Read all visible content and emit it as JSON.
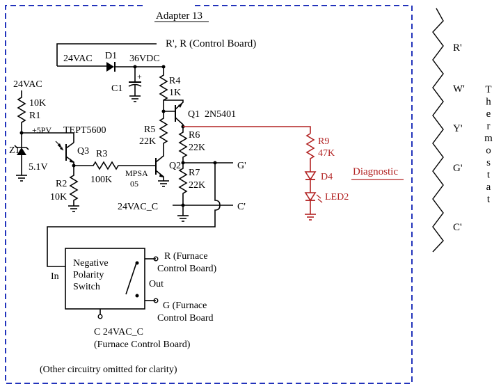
{
  "title": "Adapter 13",
  "top_label": "R', R (Control Board)",
  "labels": {
    "vac24_left": "24VAC",
    "vac24_top": "24VAC",
    "d1": "D1",
    "vdc36": "36VDC",
    "c1": "C1",
    "c1_plus": "+",
    "r4": "R4",
    "r4_val": "1K",
    "q1": "Q1",
    "q1_part": "2N5401",
    "r1": "R1",
    "r1_val": "10K",
    "pv5": "+5PV",
    "tept": "TEPT5600",
    "r5": "R5",
    "r5_val": "22K",
    "r6": "R6",
    "r6_val": "22K",
    "z1": "Z1",
    "z1_val": "5.1V",
    "q3": "Q3",
    "r3": "R3",
    "r3_val": "100K",
    "q2": "Q2",
    "mpsa": "MPSA",
    "mpsa2": "05",
    "r7": "R7",
    "r7_val": "22K",
    "r2": "R2",
    "r2_val": "10K",
    "g_prime": "G'",
    "c_prime": "C'",
    "vac24_c": "24VAC_C",
    "r9": "R9",
    "r9_val": "47K",
    "d4": "D4",
    "led2": "LED2",
    "diagnostic": "Diagnostic",
    "switch_l1": "Negative",
    "switch_l2": "Polarity",
    "switch_l3": "Switch",
    "in": "In",
    "out": "Out",
    "r_furnace_1": "R  (Furnace",
    "r_furnace_2": "Control Board)",
    "g_furnace_1": "G  (Furnace",
    "g_furnace_2": "Control Board",
    "c_furnace_1": "C  24VAC_C",
    "c_furnace_2": "(Furnace Control Board)",
    "omitted": "(Other circuitry omitted for clarity)"
  },
  "thermostat": {
    "terminals": [
      "R'",
      "W'",
      "Y'",
      "G'",
      "C'"
    ],
    "letters": [
      "T",
      "h",
      "e",
      "r",
      "m",
      "o",
      "s",
      "t",
      "a",
      "t"
    ]
  },
  "colors": {
    "border": "#2233bb",
    "wire": "#000000",
    "diagnostic": "#b22222"
  }
}
